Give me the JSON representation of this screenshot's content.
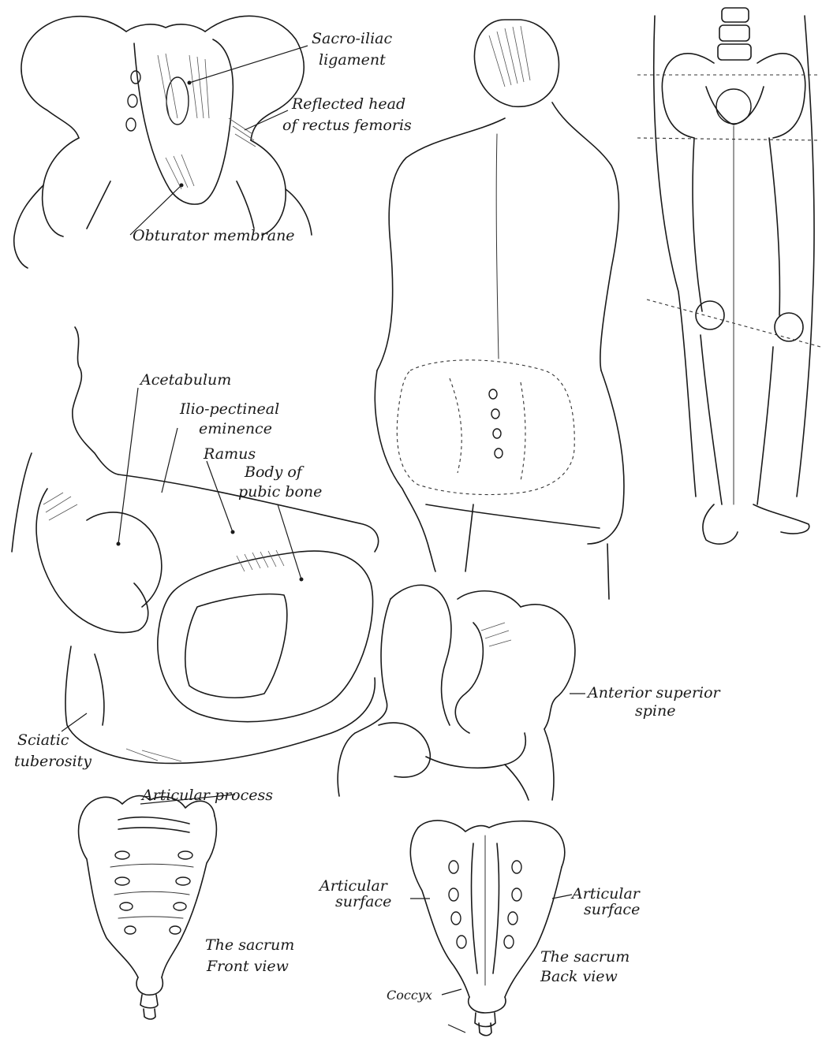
{
  "labels": {
    "sacro_iliac_1": "Sacro-iliac",
    "sacro_iliac_2": "ligament",
    "reflected_1": "Reflected head",
    "reflected_2": "of rectus femoris",
    "obturator": "Obturator membrane",
    "acetabulum": "Acetabulum",
    "ilio_1": "Ilio-pectineal",
    "ilio_2": "eminence",
    "ramus": "Ramus",
    "body_1": "Body of",
    "body_2": "pubic bone",
    "sciatic_1": "Sciatic",
    "sciatic_2": "tuberosity",
    "anterior_1": "Anterior superior",
    "anterior_2": "spine",
    "articular_process": "Articular process",
    "sacrum_front_1": "The sacrum",
    "sacrum_front_2": "Front view",
    "articular_surface_l1": "Articular",
    "articular_surface_l2": "surface",
    "articular_surface_r1": "Articular",
    "articular_surface_r2": "surface",
    "sacrum_back_1": "The sacrum",
    "sacrum_back_2": "Back view",
    "coccyx": "Coccyx"
  }
}
